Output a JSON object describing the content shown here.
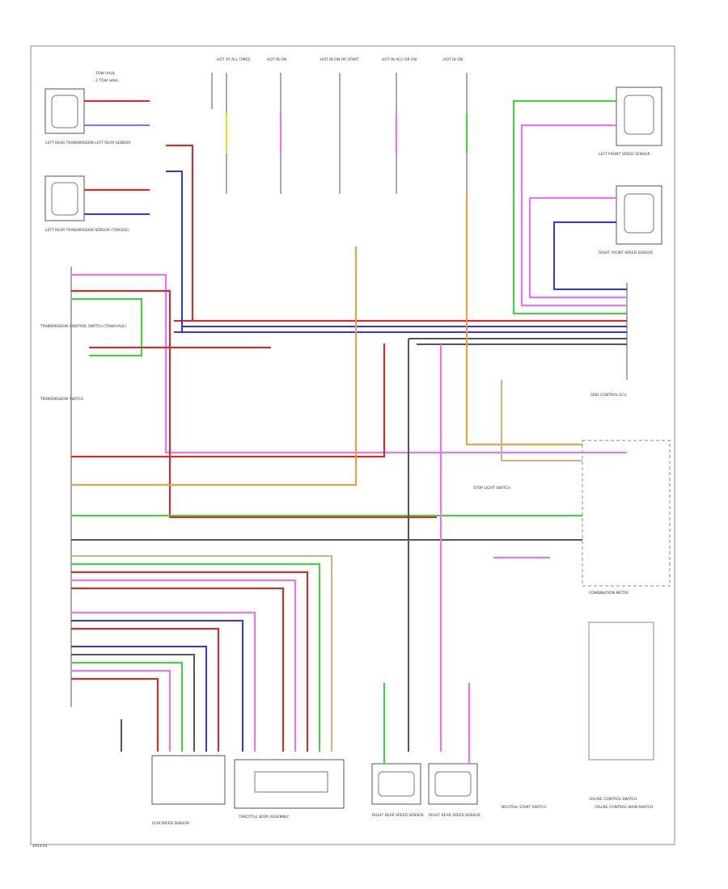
{
  "diagram": {
    "colors": {
      "red": "#ff1a1a",
      "blue": "#3333ff",
      "green": "#33dd33",
      "pink": "#ff66ff",
      "violet": "#9966ff",
      "orange": "#ff9933",
      "yellow": "#e6e600",
      "gray": "#555555",
      "black": "#222222",
      "tan": "#d9b26f"
    },
    "legend": {
      "item1": "TOW HAUL",
      "item2": "2 TOW HAUL"
    },
    "top_labels": [
      "HOT AT ALL TIMES",
      "HOT IN ON",
      "HOT IN ON OR START",
      "HOT IN ACC OR ON",
      "HOT IN ON"
    ],
    "left_components": {
      "left_rear_sensor": "LEFT REAR TRANSMISSION LEFT REAR SENSOR",
      "left_rear_sensor2": "LEFT REAR TRANSMISSION SENSOR (TORQUE)",
      "trans_control": "TRANSMISSION CONTROL SWITCH (TOW/HAUL)",
      "trans_switch": "TRANSMISSION SWITCH"
    },
    "right_components": {
      "lf_sensor": "LEFT FRONT SPEED SENSOR",
      "rf_sensor": "RIGHT FRONT SPEED SENSOR",
      "skid_control": "SKID CONTROL ECU",
      "stop_light": "STOP LIGHT SWITCH",
      "combination": "COMBINATION METER",
      "cruise": "CRUISE CONTROL SWITCH"
    },
    "bottom_components": {
      "speed_sensor_left": "ECM SPEED SENSOR",
      "throttle": "THROTTLE BODY ASSEMBLY",
      "rr_sensor1": "RIGHT REAR SPEED SENSOR",
      "rr_sensor2": "RIGHT REAR SPEED SENSOR",
      "neutral": "NEUTRAL START SWITCH",
      "cruise_main": "CRUISE CONTROL MAIN SWITCH"
    },
    "footer_code": "2013 01"
  }
}
